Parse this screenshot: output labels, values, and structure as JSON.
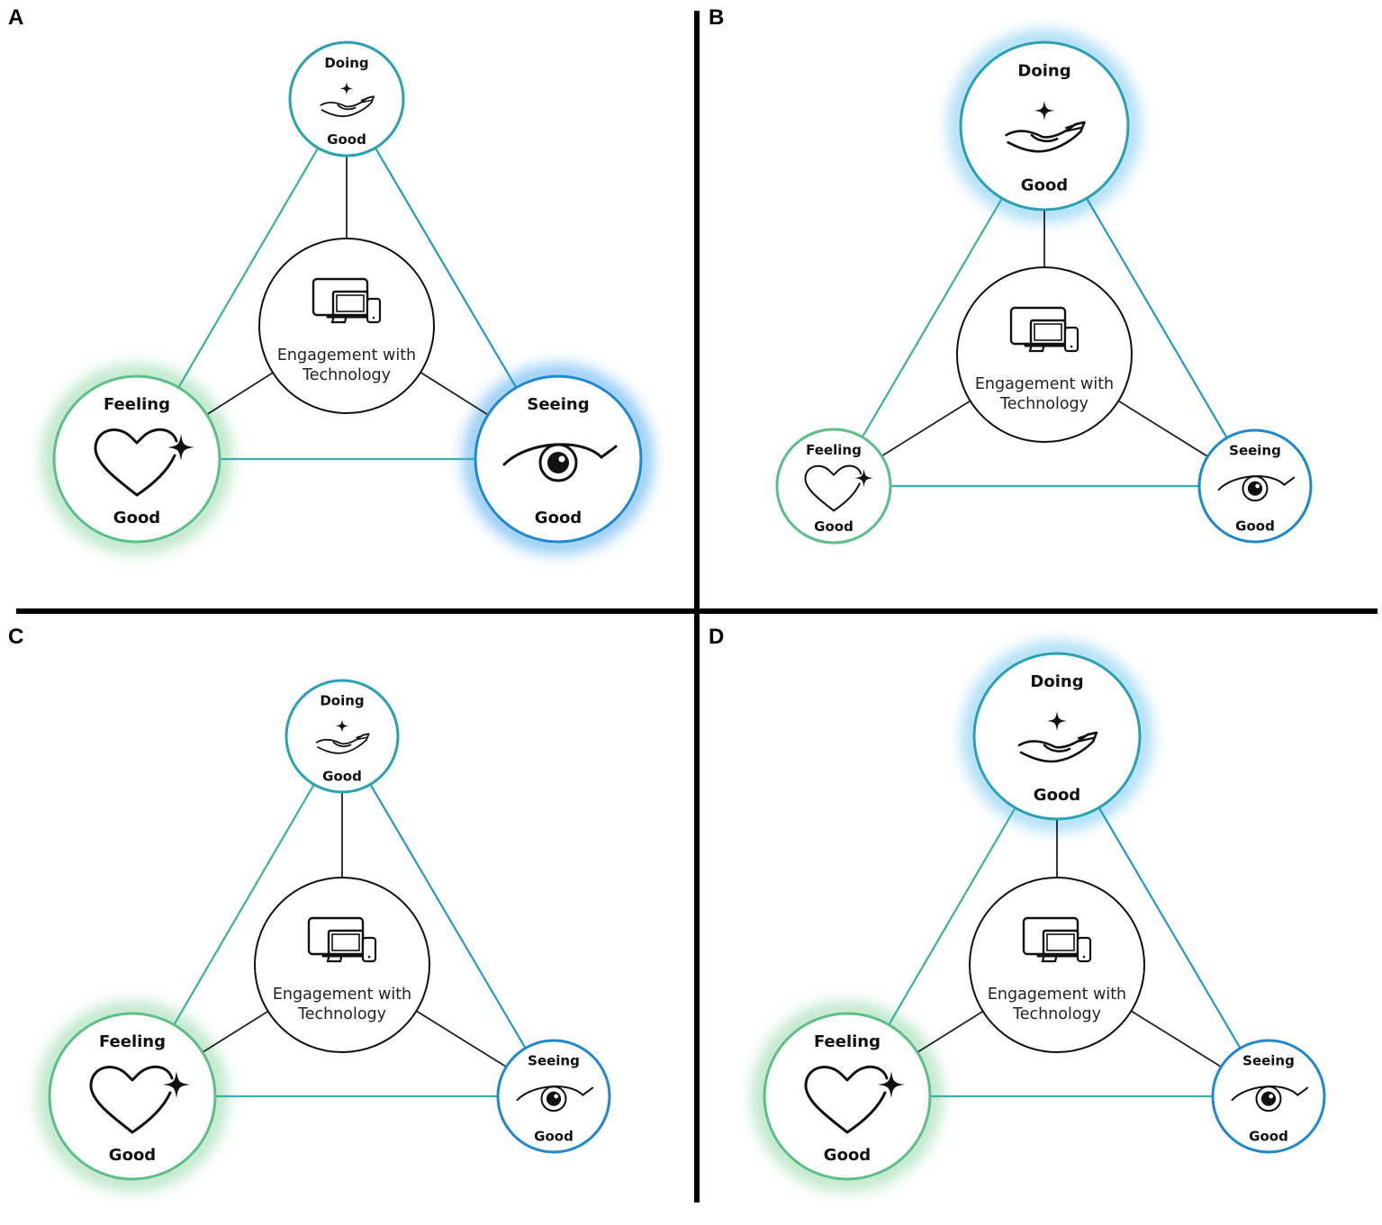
{
  "panels": [
    {
      "letter": "A",
      "doing": {
        "title": "Doing",
        "subtitle": "Good"
      },
      "feeling": {
        "title": "Feeling",
        "subtitle": "Good"
      },
      "seeing": {
        "title": "Seeing",
        "subtitle": "Good"
      },
      "center": {
        "line1": "Engagement with",
        "line2": "Technology"
      },
      "emphasis": [
        "feeling",
        "seeing"
      ]
    },
    {
      "letter": "B",
      "doing": {
        "title": "Doing",
        "subtitle": "Good"
      },
      "feeling": {
        "title": "Feeling",
        "subtitle": "Good"
      },
      "seeing": {
        "title": "Seeing",
        "subtitle": "Good"
      },
      "center": {
        "line1": "Engagement with",
        "line2": "Technology"
      },
      "emphasis": [
        "doing"
      ]
    },
    {
      "letter": "C",
      "doing": {
        "title": "Doing",
        "subtitle": "Good"
      },
      "feeling": {
        "title": "Feeling",
        "subtitle": "Good"
      },
      "seeing": {
        "title": "Seeing",
        "subtitle": "Good"
      },
      "center": {
        "line1": "Engagement with",
        "line2": "Technology"
      },
      "emphasis": [
        "feeling"
      ]
    },
    {
      "letter": "D",
      "doing": {
        "title": "Doing",
        "subtitle": "Good"
      },
      "feeling": {
        "title": "Feeling",
        "subtitle": "Good"
      },
      "seeing": {
        "title": "Seeing",
        "subtitle": "Good"
      },
      "center": {
        "line1": "Engagement with",
        "line2": "Technology"
      },
      "emphasis": [
        "doing",
        "feeling"
      ]
    }
  ],
  "icons": {
    "doing": "hand-sparkle-icon",
    "feeling": "heart-sparkle-icon",
    "seeing": "eye-icon",
    "center": "devices-icon"
  },
  "colors": {
    "doing": "#2aa0b4",
    "feeling": "#5cbf86",
    "seeing": "#1e88d0",
    "doing_glow": "#6fc6ee",
    "feeling_glow": "#8fd6a4",
    "seeing_glow": "#4aa8f0",
    "line_doing_feeling": "#3cb0a0",
    "line_doing_seeing": "#2698c8",
    "line_feeling_seeing": "#3ab0b0",
    "spoke": "#222222",
    "divider": "#000000"
  }
}
